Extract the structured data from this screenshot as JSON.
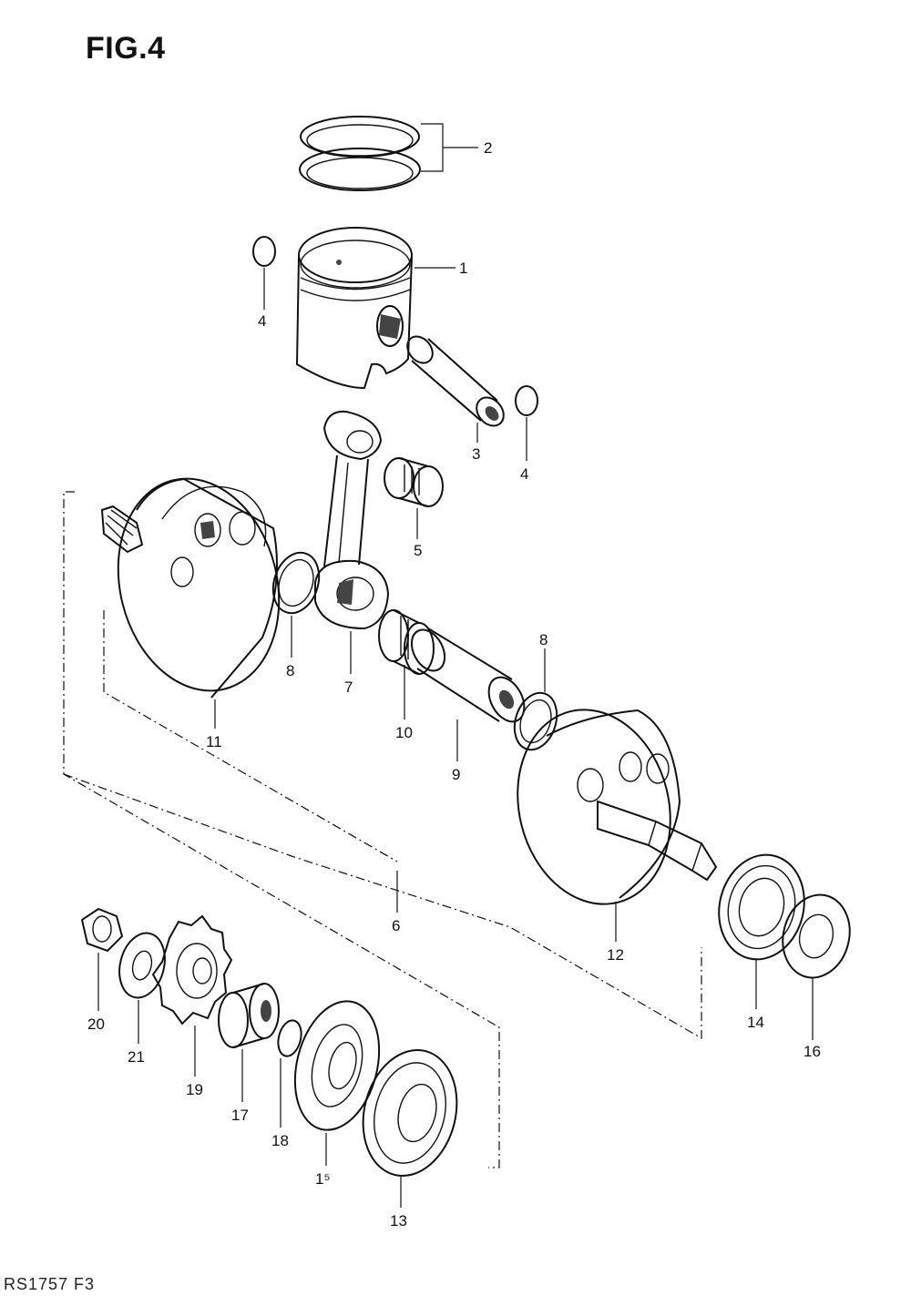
{
  "figure": {
    "title": "FIG.4",
    "footer_code": "RS1757 F3"
  },
  "callouts": [
    "1",
    "2",
    "3",
    "4",
    "4",
    "5",
    "6",
    "7",
    "8",
    "8",
    "9",
    "10",
    "11",
    "12",
    "1⁵",
    "13",
    "14",
    "16",
    "17",
    "18",
    "19",
    "20",
    "21"
  ]
}
